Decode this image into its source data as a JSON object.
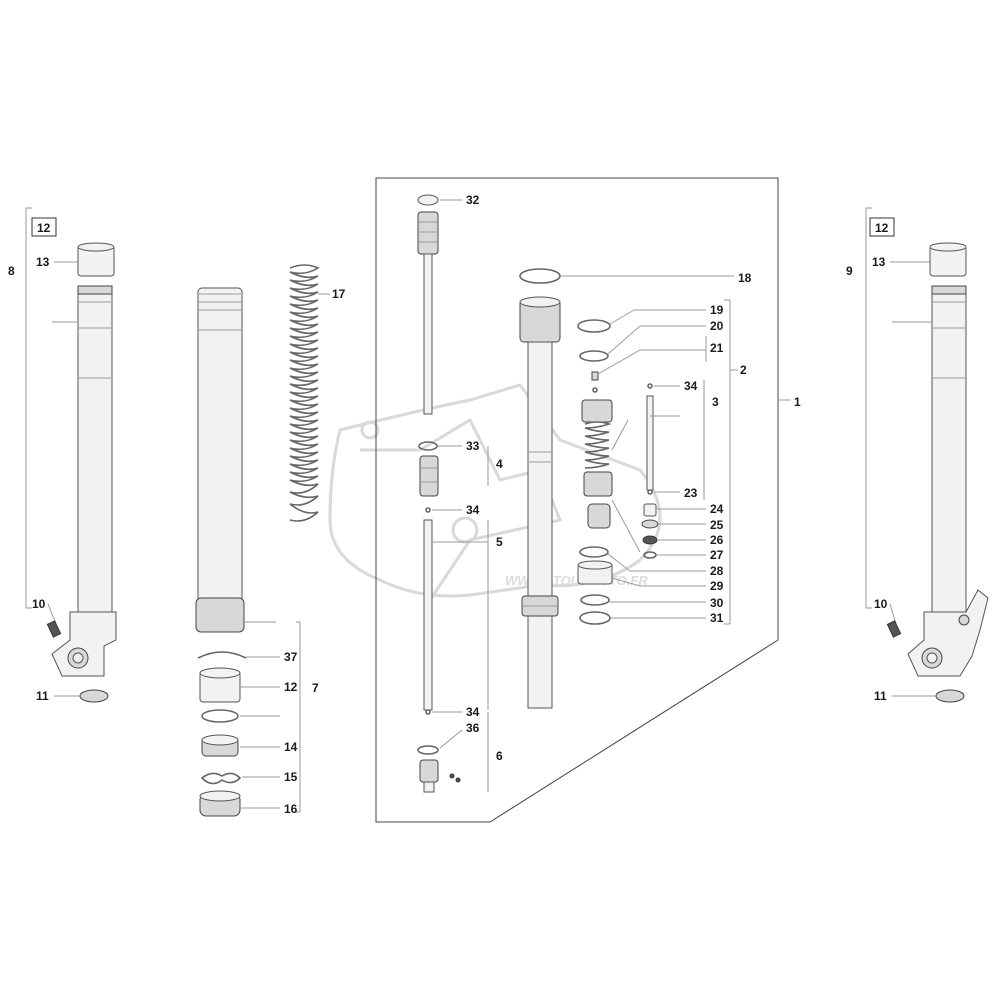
{
  "labels": {
    "n1": "1",
    "n2": "2",
    "n3": "3",
    "n4": "4",
    "n5": "5",
    "n6": "6",
    "n7": "7",
    "n8": "8",
    "n9": "9",
    "n10": "10",
    "n11": "11",
    "n12": "12",
    "n13": "13",
    "n14": "14",
    "n15": "15",
    "n16": "16",
    "n17": "17",
    "n18": "18",
    "n19": "19",
    "n20": "20",
    "n21": "21",
    "n23": "23",
    "n24": "24",
    "n25": "25",
    "n26": "26",
    "n27": "27",
    "n28": "28",
    "n29": "29",
    "n30": "30",
    "n31": "31",
    "n32": "32",
    "n33": "33",
    "n34": "34",
    "n36": "36",
    "n37": "37"
  },
  "watermark": {
    "text": "WWW.ATOUTMOTO.FR"
  }
}
